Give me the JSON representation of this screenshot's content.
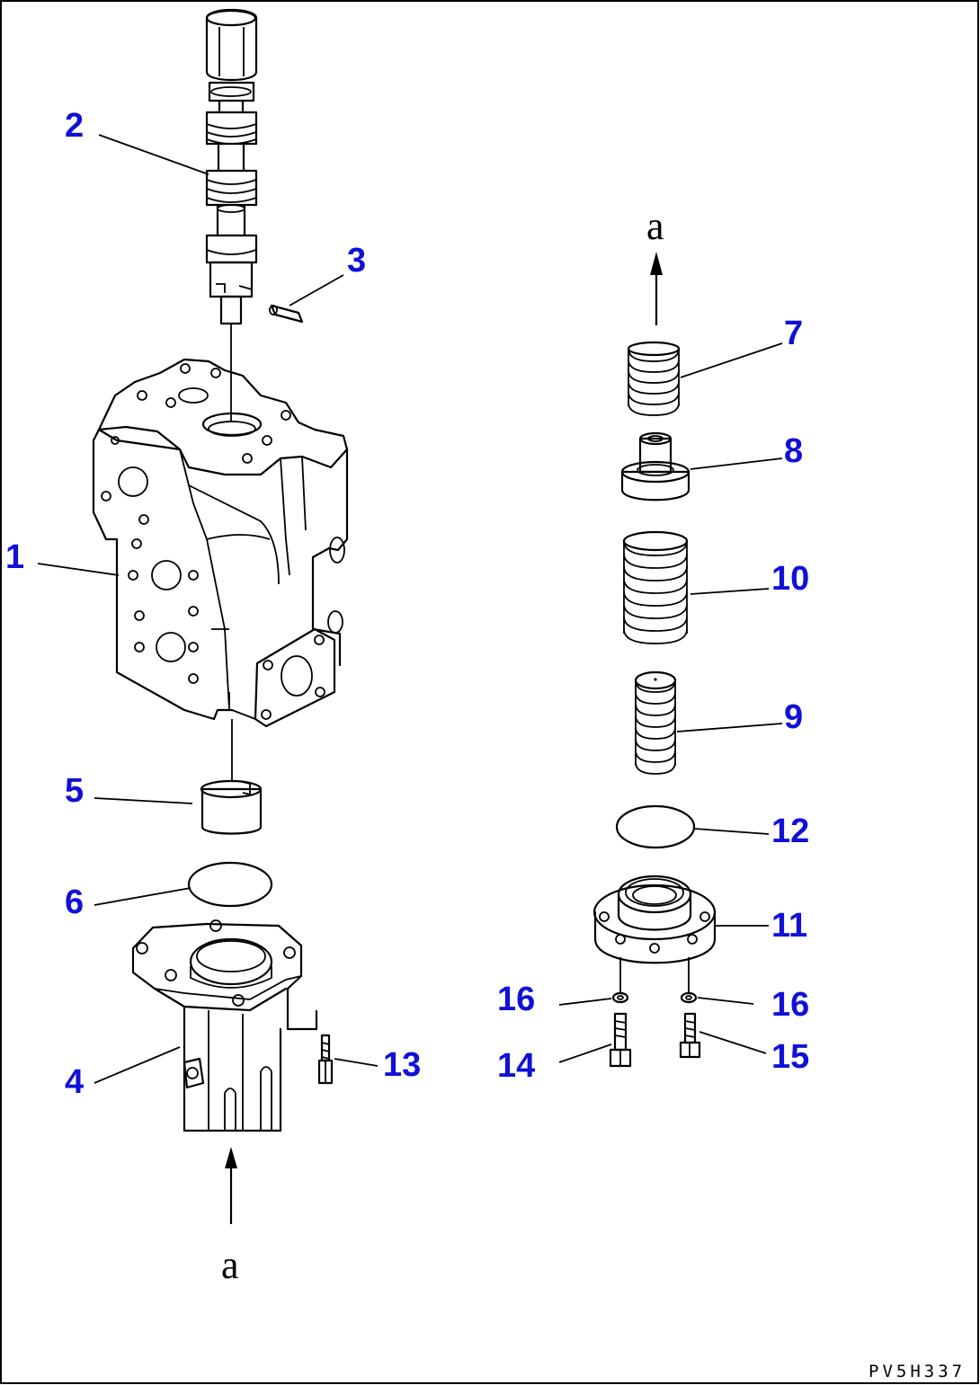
{
  "callouts": {
    "p1": "1",
    "p2": "2",
    "p3": "3",
    "p4": "4",
    "p5": "5",
    "p6": "6",
    "p7": "7",
    "p8": "8",
    "p9": "9",
    "p10": "10",
    "p11": "11",
    "p12": "12",
    "p13": "13",
    "p14": "14",
    "p15": "15",
    "p16a": "16",
    "p16b": "16"
  },
  "arrow_labels": {
    "top": "a",
    "bottom": "a"
  },
  "drawing_code": "PV5H337",
  "colors": {
    "callout": "#1010d8",
    "line": "#000000",
    "background": "#ffffff"
  }
}
